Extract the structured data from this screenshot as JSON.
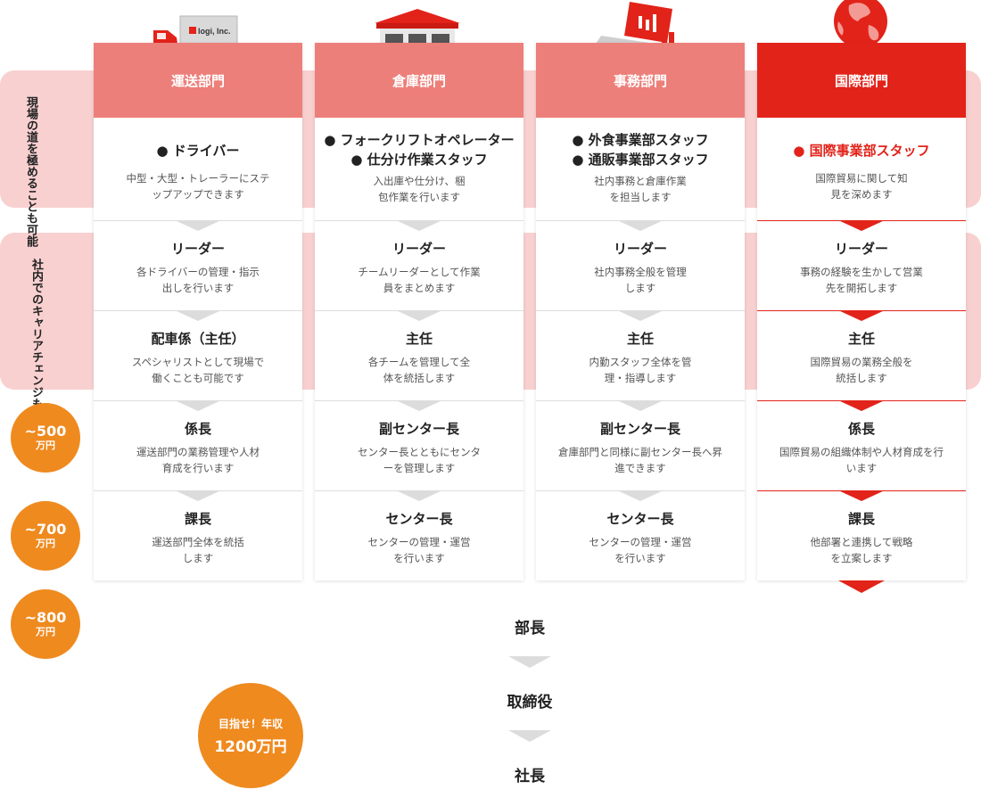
{
  "bands": [
    {
      "label": "現場の道を極めることも可能"
    },
    {
      "label": "社内でのキャリアチェンジも可能"
    }
  ],
  "departments": [
    {
      "name": "運送部門",
      "truck_logo": "logi, Inc.",
      "icon": "truck-icon",
      "roles": [
        "ドライバー"
      ],
      "role_desc": "中型・大型・トレーラーにステップアップできます",
      "steps": [
        {
          "title": "リーダー",
          "desc": "各ドライバーの管理・指示出しを行います"
        },
        {
          "title": "配車係（主任）",
          "desc": "スペシャリストとして現場で働くことも可能です"
        },
        {
          "title": "係長",
          "desc": "運送部門の業務管理や人材育成を行います"
        },
        {
          "title": "課長",
          "desc": "運送部門全体を統括します"
        }
      ]
    },
    {
      "name": "倉庫部門",
      "icon": "warehouse-icon",
      "roles": [
        "フォークリフトオペレーター",
        "仕分け作業スタッフ"
      ],
      "role_desc": "入出庫や仕分け、梱包作業を行います",
      "steps": [
        {
          "title": "リーダー",
          "desc": "チームリーダーとして作業員をまとめます"
        },
        {
          "title": "主任",
          "desc": "各チームを管理して全体を統括します"
        },
        {
          "title": "副センター長",
          "desc": "センター長とともにセンターを管理します"
        },
        {
          "title": "センター長",
          "desc": "センターの管理・運営を行います"
        }
      ]
    },
    {
      "name": "事務部門",
      "icon": "laptop-chart-icon",
      "roles": [
        "外食事業部スタッフ",
        "通販事業部スタッフ"
      ],
      "role_desc": "社内事務と倉庫作業を担当します",
      "steps": [
        {
          "title": "リーダー",
          "desc": "社内事務全般を管理します"
        },
        {
          "title": "主任",
          "desc": "内勤スタッフ全体を管理・指導します"
        },
        {
          "title": "副センター長",
          "desc": "倉庫部門と同様に副センター長へ昇進できます"
        },
        {
          "title": "センター長",
          "desc": "センターの管理・運営を行います"
        }
      ]
    },
    {
      "name": "国際部門",
      "icon": "globe-icon",
      "roles": [
        "国際事業部スタッフ"
      ],
      "role_desc": "国際貿易に関して知見を深めます",
      "steps": [
        {
          "title": "リーダー",
          "desc": "事務の経験を生かして営業先を開拓します"
        },
        {
          "title": "主任",
          "desc": "国際貿易の業務全般を統括します"
        },
        {
          "title": "係長",
          "desc": "国際貿易の組織体制や人材育成を行います"
        },
        {
          "title": "課長",
          "desc": "他部署と連携して戦略を立案します"
        }
      ]
    }
  ],
  "salaries": [
    {
      "amount": "~500",
      "unit": "万円"
    },
    {
      "amount": "~700",
      "unit": "万円"
    },
    {
      "amount": "~800",
      "unit": "万円"
    }
  ],
  "executive": [
    "部長",
    "取締役",
    "社長"
  ],
  "goal": {
    "line1": "目指せ！年収",
    "line2": "1200万円"
  },
  "colors": {
    "dept_header": "#ed7f7a",
    "intl_header": "#e2231a",
    "band": "#f9d0d0",
    "salary": "#ef8a1f",
    "arrow": "#dcdcdc"
  }
}
